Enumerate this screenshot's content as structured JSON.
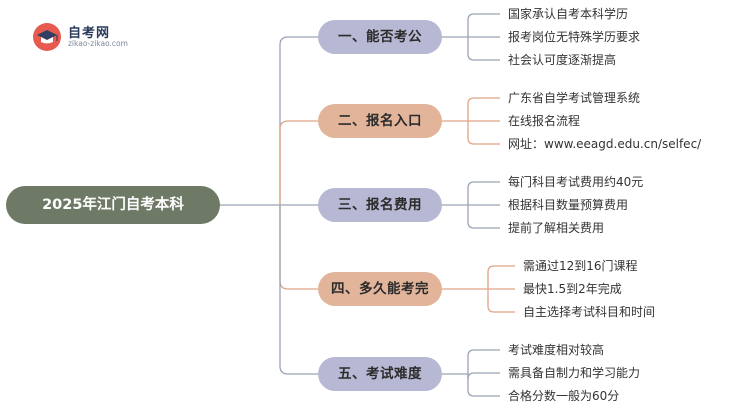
{
  "logo": {
    "name_cn": "自考网",
    "domain": "zikao-zikao.com",
    "icon": "graduation-cap-icon"
  },
  "root": {
    "label": "2025年江门自考本科"
  },
  "branches": [
    {
      "label": "一、能否考公",
      "color": "#b7b8d3",
      "items": [
        "国家承认自考本科学历",
        "报考岗位无特殊学历要求",
        "社会认可度逐渐提高"
      ]
    },
    {
      "label": "二、报名入口",
      "color": "#e2b59b",
      "items": [
        "广东省自学考试管理系统",
        "在线报名流程",
        "网址：www.eeagd.edu.cn/selfec/"
      ]
    },
    {
      "label": "三、报名费用",
      "color": "#b7b8d3",
      "items": [
        "每门科目考试费用约40元",
        "根据科目数量预算费用",
        "提前了解相关费用"
      ]
    },
    {
      "label": "四、多久能考完",
      "color": "#e2b59b",
      "items": [
        "需通过12到16门课程",
        "最快1.5到2年完成",
        "自主选择考试科目和时间"
      ]
    },
    {
      "label": "五、考试难度",
      "color": "#b7b8d3",
      "items": [
        "考试难度相对较高",
        "需具备自制力和学习能力",
        "合格分数一般为60分"
      ]
    }
  ],
  "colors": {
    "root": "#6f7a66",
    "connector_gray": "#9aa3b5",
    "connector_orange": "#e0a487"
  }
}
